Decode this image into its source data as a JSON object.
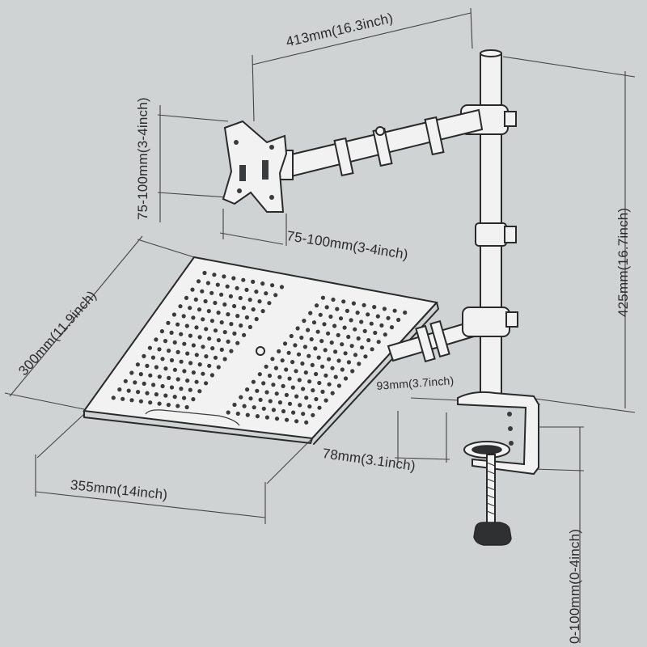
{
  "dimensions": {
    "arm_reach": "413mm(16.3inch)",
    "vesa_vertical": "75-100mm(3-4inch)",
    "vesa_horizontal": "75-100mm(3-4inch)",
    "pole_height": "425mm(16.7inch)",
    "tray_depth": "300mm(11.9inch)",
    "tray_width": "355mm(14inch)",
    "clamp_width": "93mm(3.7inch)",
    "clamp_depth": "78mm(3.1inch)",
    "desk_thickness": "0-100mm(0-4inch)"
  },
  "colors": {
    "background": "#cfd3d4",
    "line": "#2a2a2a",
    "part_fill": "#f1f2f1"
  }
}
